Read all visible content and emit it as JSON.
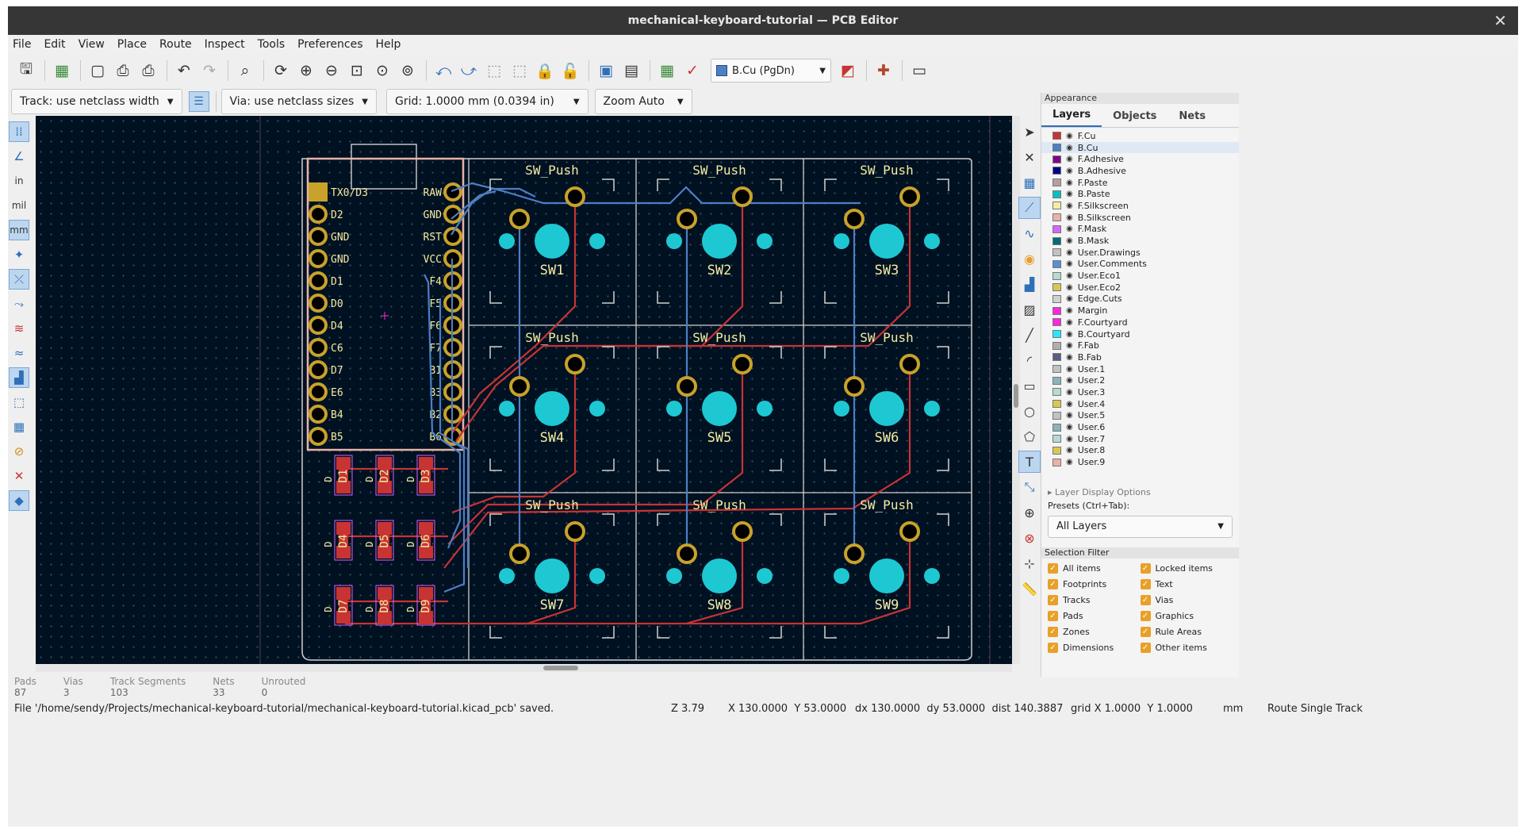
{
  "window": {
    "title": "mechanical-keyboard-tutorial — PCB Editor",
    "close_glyph": "✕"
  },
  "menu": [
    "File",
    "Edit",
    "View",
    "Place",
    "Route",
    "Inspect",
    "Tools",
    "Preferences",
    "Help"
  ],
  "toolbar": {
    "active_layer": "B.Cu (PgDn)",
    "track_width": "Track: use netclass width",
    "via_size": "Via: use netclass sizes",
    "grid": "Grid: 1.0000 mm (0.0394 in)",
    "zoom": "Zoom Auto"
  },
  "left_tools_text": {
    "in": "in",
    "mil": "mil",
    "mm": "mm"
  },
  "pcb": {
    "switches": [
      "SW1",
      "SW2",
      "SW3",
      "SW4",
      "SW5",
      "SW6",
      "SW7",
      "SW8",
      "SW9"
    ],
    "switch_footprint": "SW_Push",
    "diodes": [
      "D1",
      "D2",
      "D3",
      "D4",
      "D5",
      "D6",
      "D7",
      "D8",
      "D9"
    ],
    "diode_label": "D",
    "mcu_left_pins": [
      "TX0/D3",
      "D2",
      "GND",
      "GND",
      "D1",
      "D0",
      "D4",
      "C6",
      "D7",
      "E6",
      "B4",
      "B5"
    ],
    "mcu_right_pins": [
      "RAW",
      "GND",
      "RST",
      "VCC",
      "F4",
      "F5",
      "F6",
      "F7",
      "B1",
      "B3",
      "B2",
      "B6"
    ]
  },
  "appearance": {
    "header": "Appearance",
    "tabs": [
      "Layers",
      "Objects",
      "Nets"
    ],
    "layers": [
      {
        "name": "F.Cu",
        "color": "#c83434"
      },
      {
        "name": "B.Cu",
        "color": "#4d7fc4",
        "selected": true
      },
      {
        "name": "F.Adhesive",
        "color": "#84008a"
      },
      {
        "name": "B.Adhesive",
        "color": "#000085"
      },
      {
        "name": "F.Paste",
        "color": "#b4a0a0"
      },
      {
        "name": "B.Paste",
        "color": "#00c2c2"
      },
      {
        "name": "F.Silkscreen",
        "color": "#f2eda1"
      },
      {
        "name": "B.Silkscreen",
        "color": "#e8b2a7"
      },
      {
        "name": "F.Mask",
        "color": "#d864ff"
      },
      {
        "name": "B.Mask",
        "color": "#026b74"
      },
      {
        "name": "User.Drawings",
        "color": "#c2c2c2"
      },
      {
        "name": "User.Comments",
        "color": "#598dd6"
      },
      {
        "name": "User.Eco1",
        "color": "#b4dbd2"
      },
      {
        "name": "User.Eco2",
        "color": "#d8c852"
      },
      {
        "name": "Edge.Cuts",
        "color": "#d0d2cd"
      },
      {
        "name": "Margin",
        "color": "#ff26e2"
      },
      {
        "name": "F.Courtyard",
        "color": "#ff26e2"
      },
      {
        "name": "B.Courtyard",
        "color": "#26e9ff"
      },
      {
        "name": "F.Fab",
        "color": "#afafaf"
      },
      {
        "name": "B.Fab",
        "color": "#585d84"
      },
      {
        "name": "User.1",
        "color": "#c2c2c2"
      },
      {
        "name": "User.2",
        "color": "#89b4b8"
      },
      {
        "name": "User.3",
        "color": "#b4dbd2"
      },
      {
        "name": "User.4",
        "color": "#d8c852"
      },
      {
        "name": "User.5",
        "color": "#c2c2c2"
      },
      {
        "name": "User.6",
        "color": "#89b4b8"
      },
      {
        "name": "User.7",
        "color": "#b4dbd2"
      },
      {
        "name": "User.8",
        "color": "#d8c852"
      },
      {
        "name": "User.9",
        "color": "#e8b2a7"
      }
    ],
    "layer_display_options": "Layer Display Options",
    "presets_label": "Presets (Ctrl+Tab):",
    "presets_value": "All Layers",
    "selection_filter_header": "Selection Filter",
    "selection_filter": [
      "All items",
      "Locked items",
      "Footprints",
      "Text",
      "Tracks",
      "Vias",
      "Pads",
      "Graphics",
      "Zones",
      "Rule Areas",
      "Dimensions",
      "Other items"
    ]
  },
  "stats": [
    {
      "label": "Pads",
      "value": "87"
    },
    {
      "label": "Vias",
      "value": "3"
    },
    {
      "label": "Track Segments",
      "value": "103"
    },
    {
      "label": "Nets",
      "value": "33"
    },
    {
      "label": "Unrouted",
      "value": "0"
    }
  ],
  "status": {
    "message": "File '/home/sendy/Projects/mechanical-keyboard-tutorial/mechanical-keyboard-tutorial.kicad_pcb' saved.",
    "zoom": "Z 3.79",
    "xy": "X 130.0000  Y 53.0000",
    "delta": "dx 130.0000  dy 53.0000  dist 140.3887",
    "grid": "grid X 1.0000  Y 1.0000",
    "units": "mm",
    "mode": "Route Single Track"
  },
  "colors": {
    "canvas_bg": "#001122",
    "fcu": "#c83434",
    "bcu": "#4d7fc4",
    "pad_gold": "#c8a22a",
    "hole_cyan": "#1ec8d2",
    "silk": "#f2eda1",
    "edge": "#d0d2cd"
  }
}
